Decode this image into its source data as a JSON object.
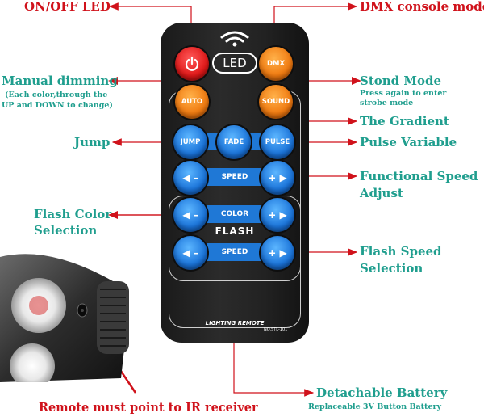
{
  "labels": {
    "onoff": "ON/OFF LED",
    "dmx": "DMX console mode",
    "manual_dimming": "Manual dimming",
    "manual_dimming_sub1": "(Each color,through the",
    "manual_dimming_sub2": "UP and DOWN to change)",
    "stond_mode": "Stond Mode",
    "stond_mode_sub1": "Press again to enter",
    "stond_mode_sub2": "strobe mode",
    "gradient": "The Gradient",
    "jump": "Jump",
    "pulse_variable": "Pulse Variable",
    "functional_speed_1": "Functional Speed",
    "functional_speed_2": "Adjust",
    "flash_color_1": "Flash Color",
    "flash_color_2": "Selection",
    "flash_speed_1": "Flash Speed",
    "flash_speed_2": "Selection",
    "battery": "Detachable Battery",
    "battery_sub": "Replaceable 3V Button Battery",
    "ir": "Remote must point to IR receiver"
  },
  "remote": {
    "led": "LED",
    "dmx": "DMX",
    "auto": "AUTO",
    "sound": "SOUND",
    "jump": "JUMP",
    "fade": "FADE",
    "pulse": "PULSE",
    "speed1": "SPEED",
    "color": "COLOR",
    "flash": "FLASH",
    "speed2": "SPEED",
    "minus": "◀ –",
    "plus": "+ ▶",
    "footer": "LIGHTING    REMOTE",
    "model": "NO.STL-101"
  },
  "colors": {
    "label": "#1f9e8e",
    "label_red": "#d0121b",
    "arrow": "#d0121b",
    "button_blue": "#1a73d9",
    "button_orange": "#f07a10",
    "button_red": "#e01818"
  }
}
